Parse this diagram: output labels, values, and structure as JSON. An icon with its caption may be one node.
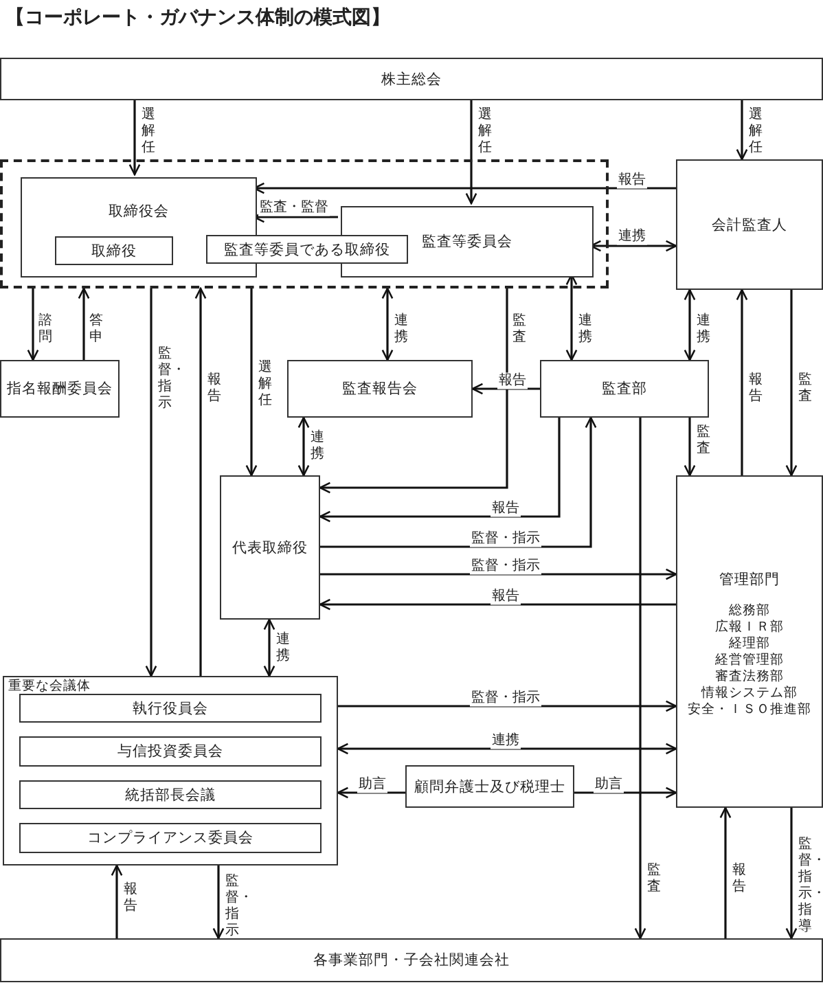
{
  "diagram": {
    "title": "【コーポレート・ガバナンス体制の模式図】",
    "nodes": [
      {
        "text": [
          "株主総会"
        ]
      },
      {
        "text": [],
        "shape": "box"
      },
      {
        "text": [
          "取締役会"
        ],
        "in": 1
      },
      {
        "text": [
          "取締役"
        ],
        "in": 2
      },
      {
        "text": [
          "監査等委員である取締役"
        ],
        "in": 1
      },
      {
        "text": [
          "監査等委員会"
        ],
        "in": 1
      },
      {
        "text": [
          "会計監査人"
        ]
      },
      {
        "text": [
          "指名報酬委員会"
        ]
      },
      {
        "text": [
          "監査報告会"
        ]
      },
      {
        "text": [
          "監査部"
        ]
      },
      {
        "text": [
          "代表取締役"
        ]
      },
      {
        "text": [
          "管理部門",
          "総務部",
          "広報ＩＲ部",
          "経理部",
          "経営管理部",
          "審査法務部",
          "情報システム部",
          "安全・ＩＳＯ推進部"
        ]
      },
      {
        "text": [
          "重要な会議体"
        ]
      },
      {
        "text": [
          "執行役員会"
        ],
        "in": 12
      },
      {
        "text": [
          "与信投資委員会"
        ],
        "in": 12
      },
      {
        "text": [
          "統括部長会議"
        ],
        "in": 12
      },
      {
        "text": [
          "コンプライアンス委員会"
        ],
        "in": 12
      },
      {
        "text": [
          "顧問弁護士及び税理士"
        ]
      },
      {
        "text": [
          "各事業部門・子会社関連会社"
        ]
      }
    ],
    "edges": [
      {
        "from": 0,
        "to": 2,
        "arrow": "to",
        "label": "選解任"
      },
      {
        "from": 0,
        "to": 5,
        "arrow": "to",
        "label": "選解任"
      },
      {
        "from": 0,
        "to": 6,
        "arrow": "to",
        "label": "選解任"
      },
      {
        "from": 6,
        "to": 2,
        "arrow": "to",
        "label": "報告"
      },
      {
        "from": 5,
        "to": 2,
        "arrow": "to",
        "label": "監査・監督"
      },
      {
        "from": 5,
        "to": 6,
        "arrow": "both",
        "label": "連携"
      },
      {
        "from": 1,
        "to": 7,
        "arrow": "to",
        "label": "諮問"
      },
      {
        "from": 7,
        "to": 1,
        "arrow": "to",
        "label": "答申"
      },
      {
        "from": 1,
        "to": 12,
        "arrow": "to",
        "label": "監督・指示"
      },
      {
        "from": 12,
        "to": 1,
        "arrow": "to",
        "label": "報告"
      },
      {
        "from": 1,
        "to": 10,
        "arrow": "to",
        "label": "選解任"
      },
      {
        "from": 8,
        "to": 1,
        "arrow": "both",
        "label": "連携"
      },
      {
        "from": 1,
        "to": 10,
        "arrow": "to",
        "label": "監査"
      },
      {
        "from": 9,
        "to": 5,
        "arrow": "both",
        "label": "連携"
      },
      {
        "from": 6,
        "to": 9,
        "arrow": "both",
        "label": "連携"
      },
      {
        "from": 11,
        "to": 6,
        "arrow": "to",
        "label": "報告"
      },
      {
        "from": 6,
        "to": 11,
        "arrow": "to",
        "label": "監査"
      },
      {
        "from": 9,
        "to": 8,
        "arrow": "to",
        "label": "報告"
      },
      {
        "from": 9,
        "to": 11,
        "arrow": "to",
        "label": "監査"
      },
      {
        "from": 9,
        "to": 10,
        "arrow": "to",
        "label": "報告"
      },
      {
        "from": 10,
        "to": 9,
        "arrow": "to",
        "label": "監督・指示"
      },
      {
        "from": 10,
        "to": 11,
        "arrow": "to",
        "label": "監督・指示"
      },
      {
        "from": 11,
        "to": 10,
        "arrow": "to",
        "label": "報告"
      },
      {
        "from": 8,
        "to": 10,
        "arrow": "both",
        "label": "連携"
      },
      {
        "from": 10,
        "to": 12,
        "arrow": "both",
        "label": "連携"
      },
      {
        "from": 9,
        "to": 18,
        "arrow": "to",
        "label": "監査"
      },
      {
        "from": 12,
        "to": 11,
        "arrow": "to",
        "label": "監督・指示"
      },
      {
        "from": 12,
        "to": 11,
        "arrow": "both",
        "label": "連携"
      },
      {
        "from": 17,
        "to": 12,
        "arrow": "to",
        "label": "助言"
      },
      {
        "from": 17,
        "to": 11,
        "arrow": "to",
        "label": "助言"
      },
      {
        "from": 18,
        "to": 12,
        "arrow": "to",
        "label": "報告"
      },
      {
        "from": 12,
        "to": 18,
        "arrow": "to",
        "label": "監督・指示"
      },
      {
        "from": 18,
        "to": 11,
        "arrow": "to",
        "label": "報告"
      },
      {
        "from": 11,
        "to": 18,
        "arrow": "to",
        "label": "監督・指示・指導"
      }
    ]
  }
}
